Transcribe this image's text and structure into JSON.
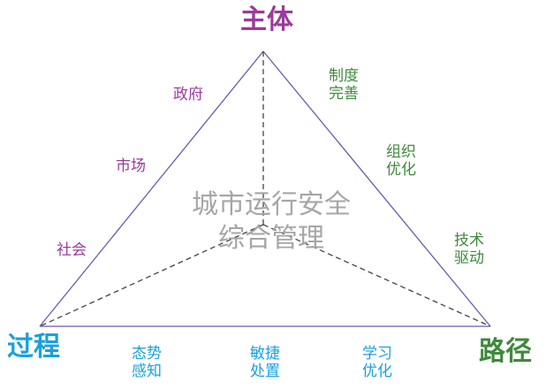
{
  "colors": {
    "subject": "#9b3a9c",
    "process": "#1aa0dd",
    "path": "#3e8a3b",
    "triangle": "#6a5ab0",
    "inner_lines": "#444444",
    "center_text": "#a6a6a6"
  },
  "vertices": {
    "top": "主体",
    "left": "过程",
    "right": "路径"
  },
  "center": {
    "line1": "城市运行安全",
    "line2": "综合管理"
  },
  "left_edge": [
    "政府",
    "市场",
    "社会"
  ],
  "right_edge": [
    "制度\n完善",
    "组织\n优化",
    "技术\n驱动"
  ],
  "bottom_edge": [
    "态势\n感知",
    "敏捷\n处置",
    "学习\n优化"
  ]
}
